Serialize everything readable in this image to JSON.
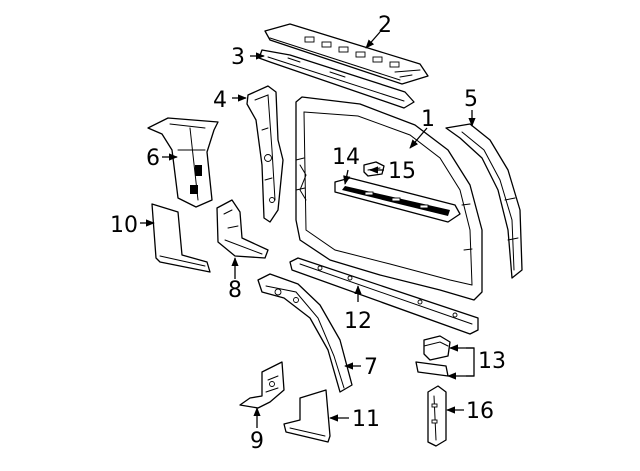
{
  "diagram": {
    "callouts": [
      "1",
      "2",
      "3",
      "4",
      "5",
      "6",
      "7",
      "8",
      "9",
      "10",
      "11",
      "12",
      "13",
      "14",
      "15",
      "16"
    ]
  },
  "colors": {
    "line": "#000000",
    "background": "#ffffff"
  }
}
